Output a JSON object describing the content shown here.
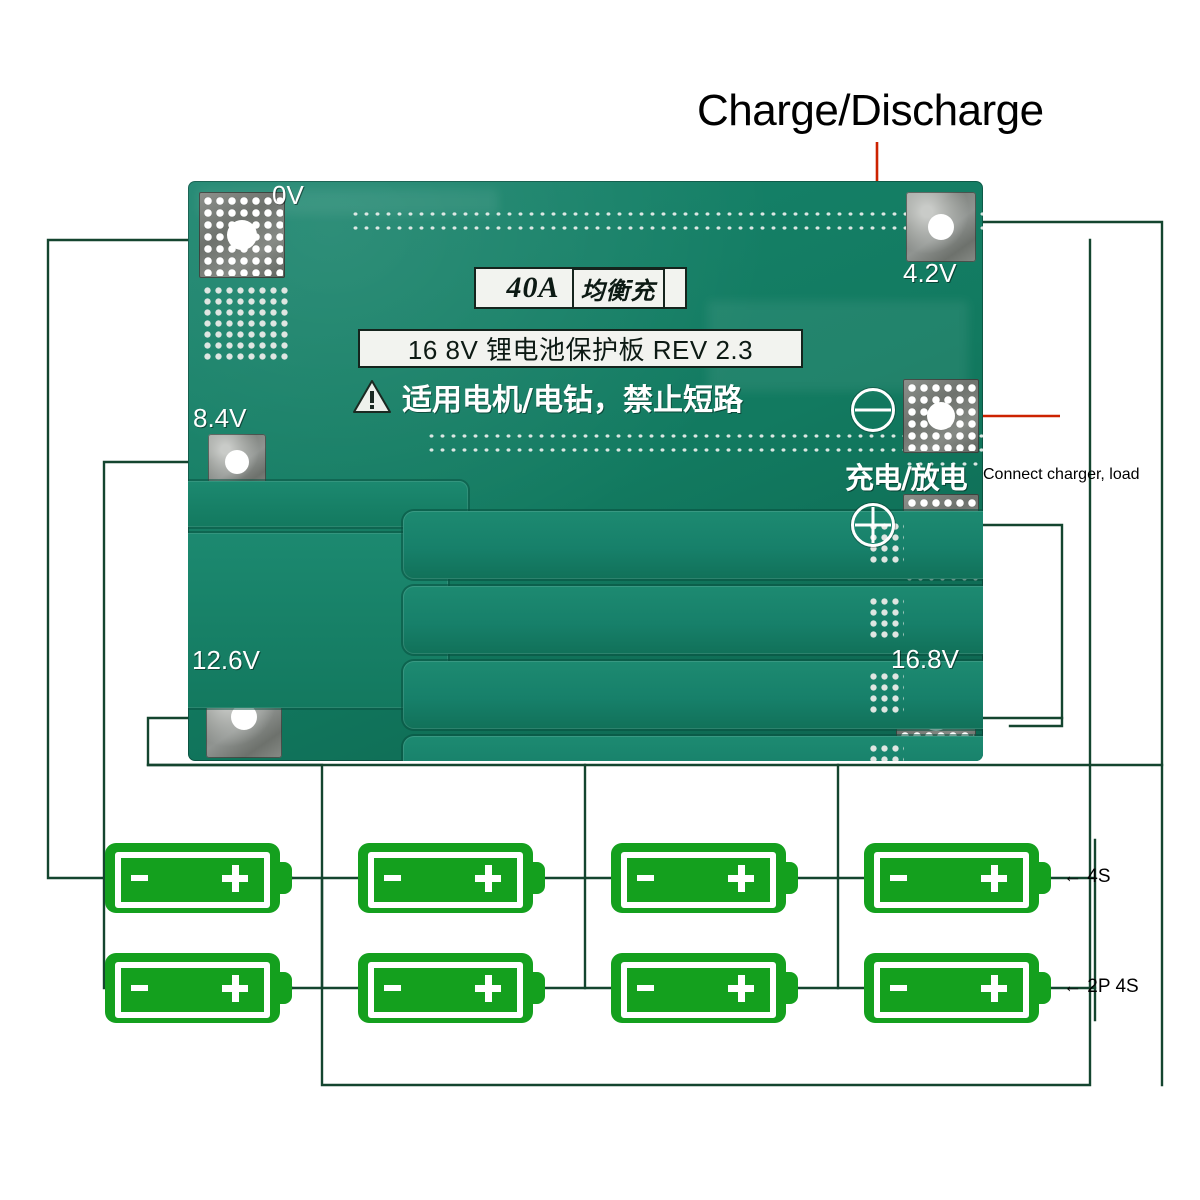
{
  "title": "Charge/Discharge",
  "board": {
    "current_rating": "40A",
    "balance_cn": "均衡充",
    "model_line": "16 8V 锂电池保护板 REV 2.3",
    "warning_cn": "适用电机/电钻，禁止短路",
    "warning_icon": "warning-triangle-icon",
    "charge_discharge_cn": "充电/放电",
    "pads": [
      {
        "id": "pad-0v",
        "label": "0V"
      },
      {
        "id": "pad-4.2v",
        "label": "4.2V"
      },
      {
        "id": "pad-8.4v",
        "label": "8.4V"
      },
      {
        "id": "pad-12.6v",
        "label": "12.6V"
      },
      {
        "id": "pad-16.8v",
        "label": "16.8V"
      }
    ],
    "polarity": {
      "negative_symbol": "circled-minus-icon",
      "positive_symbol": "circled-plus-icon"
    }
  },
  "annotations": {
    "connect_charger": "Connect charger, load",
    "series_top": "4S",
    "series_bottom": "2P  4S",
    "arrow_glyph": "←"
  },
  "batteries": {
    "rows": 2,
    "cols": 4,
    "minus": "-",
    "plus": "+",
    "cells": [
      [
        "cell-r1c1",
        "cell-r1c2",
        "cell-r1c3",
        "cell-r1c4"
      ],
      [
        "cell-r2c1",
        "cell-r2c2",
        "cell-r2c3",
        "cell-r2c4"
      ]
    ]
  },
  "colors": {
    "pcb_green": "#127a60",
    "battery_green": "#14a01e",
    "wire_dark_green": "#14452f",
    "pointer_red": "#cc2200",
    "silkscreen_white": "#ffffff"
  }
}
